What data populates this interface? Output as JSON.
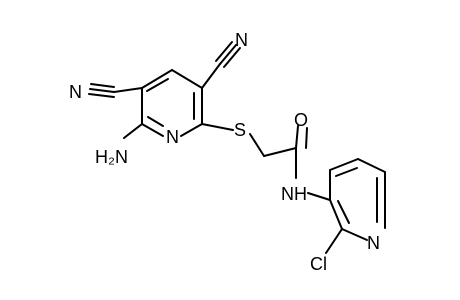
{
  "molecule": {
    "atoms": {
      "cn1": "N",
      "cn2": "N",
      "nh2": "H₂N",
      "ring1_n": "N",
      "s": "S",
      "o": "O",
      "nh": "NH",
      "ring2_n": "N",
      "cl": "Cl"
    }
  }
}
